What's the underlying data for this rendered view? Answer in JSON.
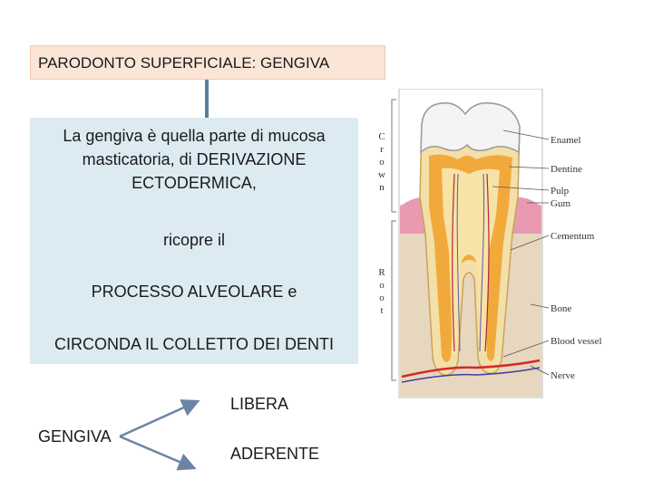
{
  "title": "PARODONTO SUPERFICIALE: GENGIVA",
  "definition": {
    "line1": "La gengiva è quella parte di mucosa",
    "line2": "masticatoria, di DERIVAZIONE",
    "line3": "ECTODERMICA,",
    "line4": "ricopre il",
    "line5": "PROCESSO ALVEOLARE e",
    "line6": "CIRCONDA IL COLLETTO DEI DENTI"
  },
  "classification": {
    "root": "GENGIVA",
    "branch_top": "LIBERA",
    "branch_bottom": "ADERENTE"
  },
  "diagram": {
    "crown_letters": [
      "C",
      "r",
      "o",
      "w",
      "n"
    ],
    "root_letters": [
      "R",
      "o",
      "o",
      "t"
    ],
    "labels": {
      "enamel": "Enamel",
      "dentine": "Dentine",
      "pulp": "Pulp",
      "gum": "Gum",
      "cementum": "Cementum",
      "bone": "Bone",
      "blood_vessel": "Blood vessel",
      "nerve": "Nerve"
    }
  },
  "colors": {
    "title_bg": "#fbe5d6",
    "definition_bg": "#dcebf2",
    "connector": "#5a7f9e",
    "arrow": "#6b84a6"
  }
}
